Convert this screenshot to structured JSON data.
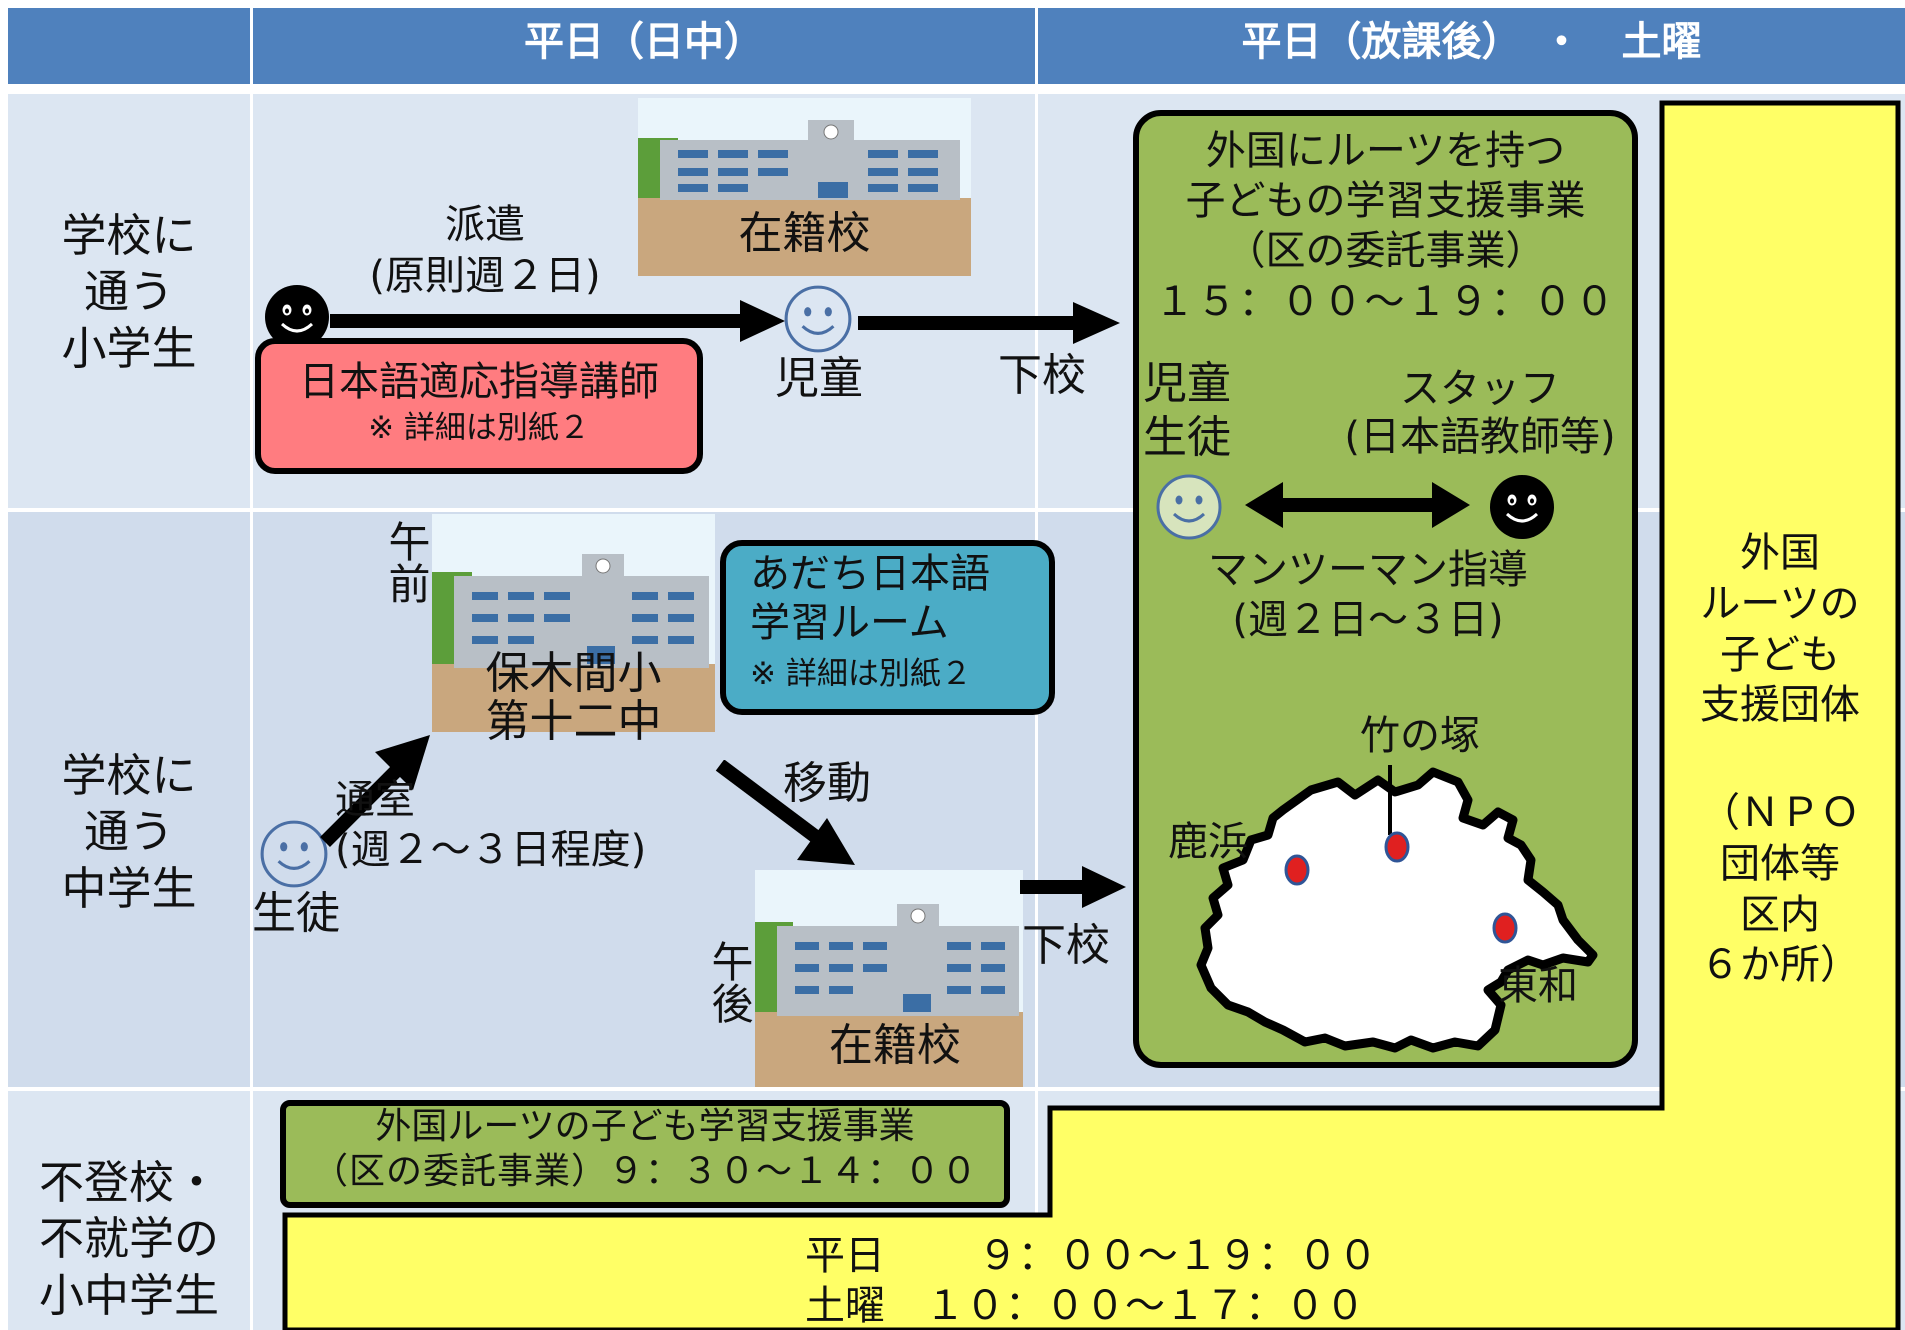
{
  "header": {
    "col1": "平日（日中）",
    "col2": "平日（放課後）　・　土曜"
  },
  "rows": {
    "elementary": "学校に\n通う\n小学生",
    "junior": "学校に\n通う\n中学生",
    "truant": "不登校・\n不就学の\n小中学生"
  },
  "elementary": {
    "dispatch": "派遣\n(原則週２日)",
    "school": "在籍校",
    "child": "児童",
    "go_home": "下校",
    "teacher_title": "日本語適応指導講師",
    "teacher_note": "※ 詳細は別紙２"
  },
  "junior": {
    "morning": "午前",
    "center_school": "保木間小\n第十二中",
    "room_title": "あだち日本語\n学習ルーム",
    "room_note": "※ 詳細は別紙２",
    "commute": "通室\n(週２～３日程度)",
    "move": "移動",
    "student": "生徒",
    "afternoon": "午後",
    "home_school": "在籍校",
    "go_home": "下校"
  },
  "support_program": {
    "title": "外国にルーツを持つ\n子どもの学習支援事業\n（区の委託事業）",
    "hours": "１５：００～１９：００",
    "learners": "児童\n生徒",
    "staff": "スタッフ\n(日本語教師等)",
    "method": "マンツーマン指導\n(週２日～３日)"
  },
  "map": {
    "locations": [
      "竹の塚",
      "鹿浜",
      "東和"
    ]
  },
  "npo": {
    "title": "外国\nルーツの\n子ども\n支援団体",
    "detail": "（ＮＰＯ\n団体等\n区内\n６か所）",
    "hours_weekday": "平日　　 ９：００～１９：００",
    "hours_saturday": "土曜　１０：００～１７：００"
  },
  "truant_program": {
    "title": "外国ルーツの子ども学習支援事業",
    "hours": "（区の委託事業）９：３０～１４：００"
  },
  "colors": {
    "header_blue": "#4F81BD",
    "cell_light": "#DCE6F2",
    "green_box": "#9BBB59",
    "yellow": "#FFFF66",
    "teacher_pink": "#FF7C80",
    "room_blue": "#4BACC6",
    "map_dot": "#E02020"
  }
}
